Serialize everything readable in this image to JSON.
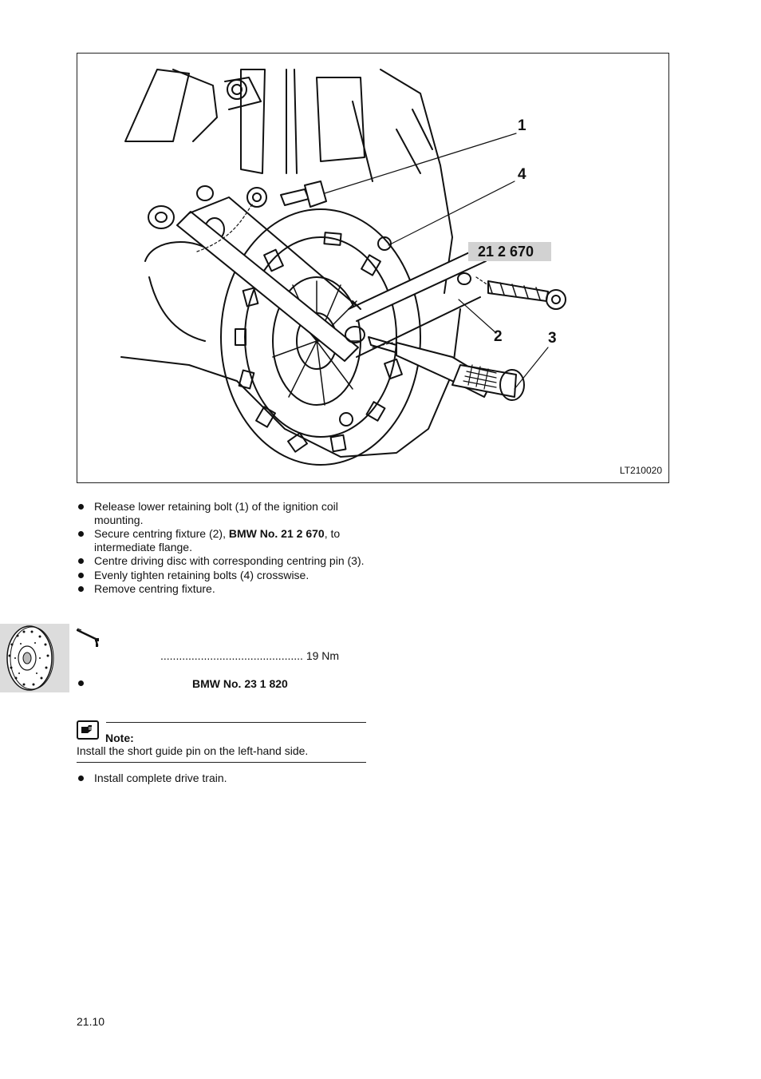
{
  "figure": {
    "callouts": [
      "1",
      "4",
      "2",
      "3"
    ],
    "tool_label": "21 2 670",
    "figure_id": "LT210020"
  },
  "steps": [
    {
      "text": "Release lower retaining bolt (1) of the ignition coil mounting."
    },
    {
      "pre": "Secure centring fixture (2), ",
      "bold": "BMW No. 21 2 670",
      "post": ", to intermediate flange."
    },
    {
      "text": "Centre driving disc with corresponding centring pin (3)."
    },
    {
      "text": "Evenly tighten retaining bolts (4) crosswise."
    },
    {
      "text": "Remove centring fixture."
    }
  ],
  "torque": {
    "icon": "torque-wrench-icon",
    "dots": "..............................................",
    "value": "19 Nm"
  },
  "tool": {
    "number": "BMW No. 23 1 820"
  },
  "note": {
    "icon": "note-hand-icon",
    "title": "Note:",
    "text": "Install the short guide pin on the left-hand side."
  },
  "final_step": {
    "text": "Install complete drive train."
  },
  "page_number": "21.10",
  "side_tab_icon": "clutch-disc-icon"
}
